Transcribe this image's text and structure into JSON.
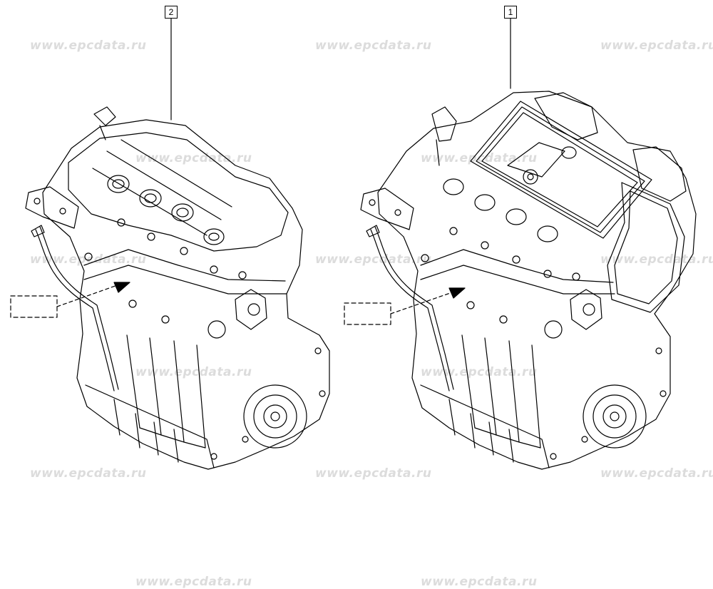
{
  "watermark": {
    "text": "www.epcdata.ru",
    "color": "#dcdcdc"
  },
  "callouts": [
    {
      "id": "callout-2",
      "label": "2"
    },
    {
      "id": "callout-1",
      "label": "1"
    }
  ],
  "line_color": "#000000",
  "background": "#ffffff"
}
